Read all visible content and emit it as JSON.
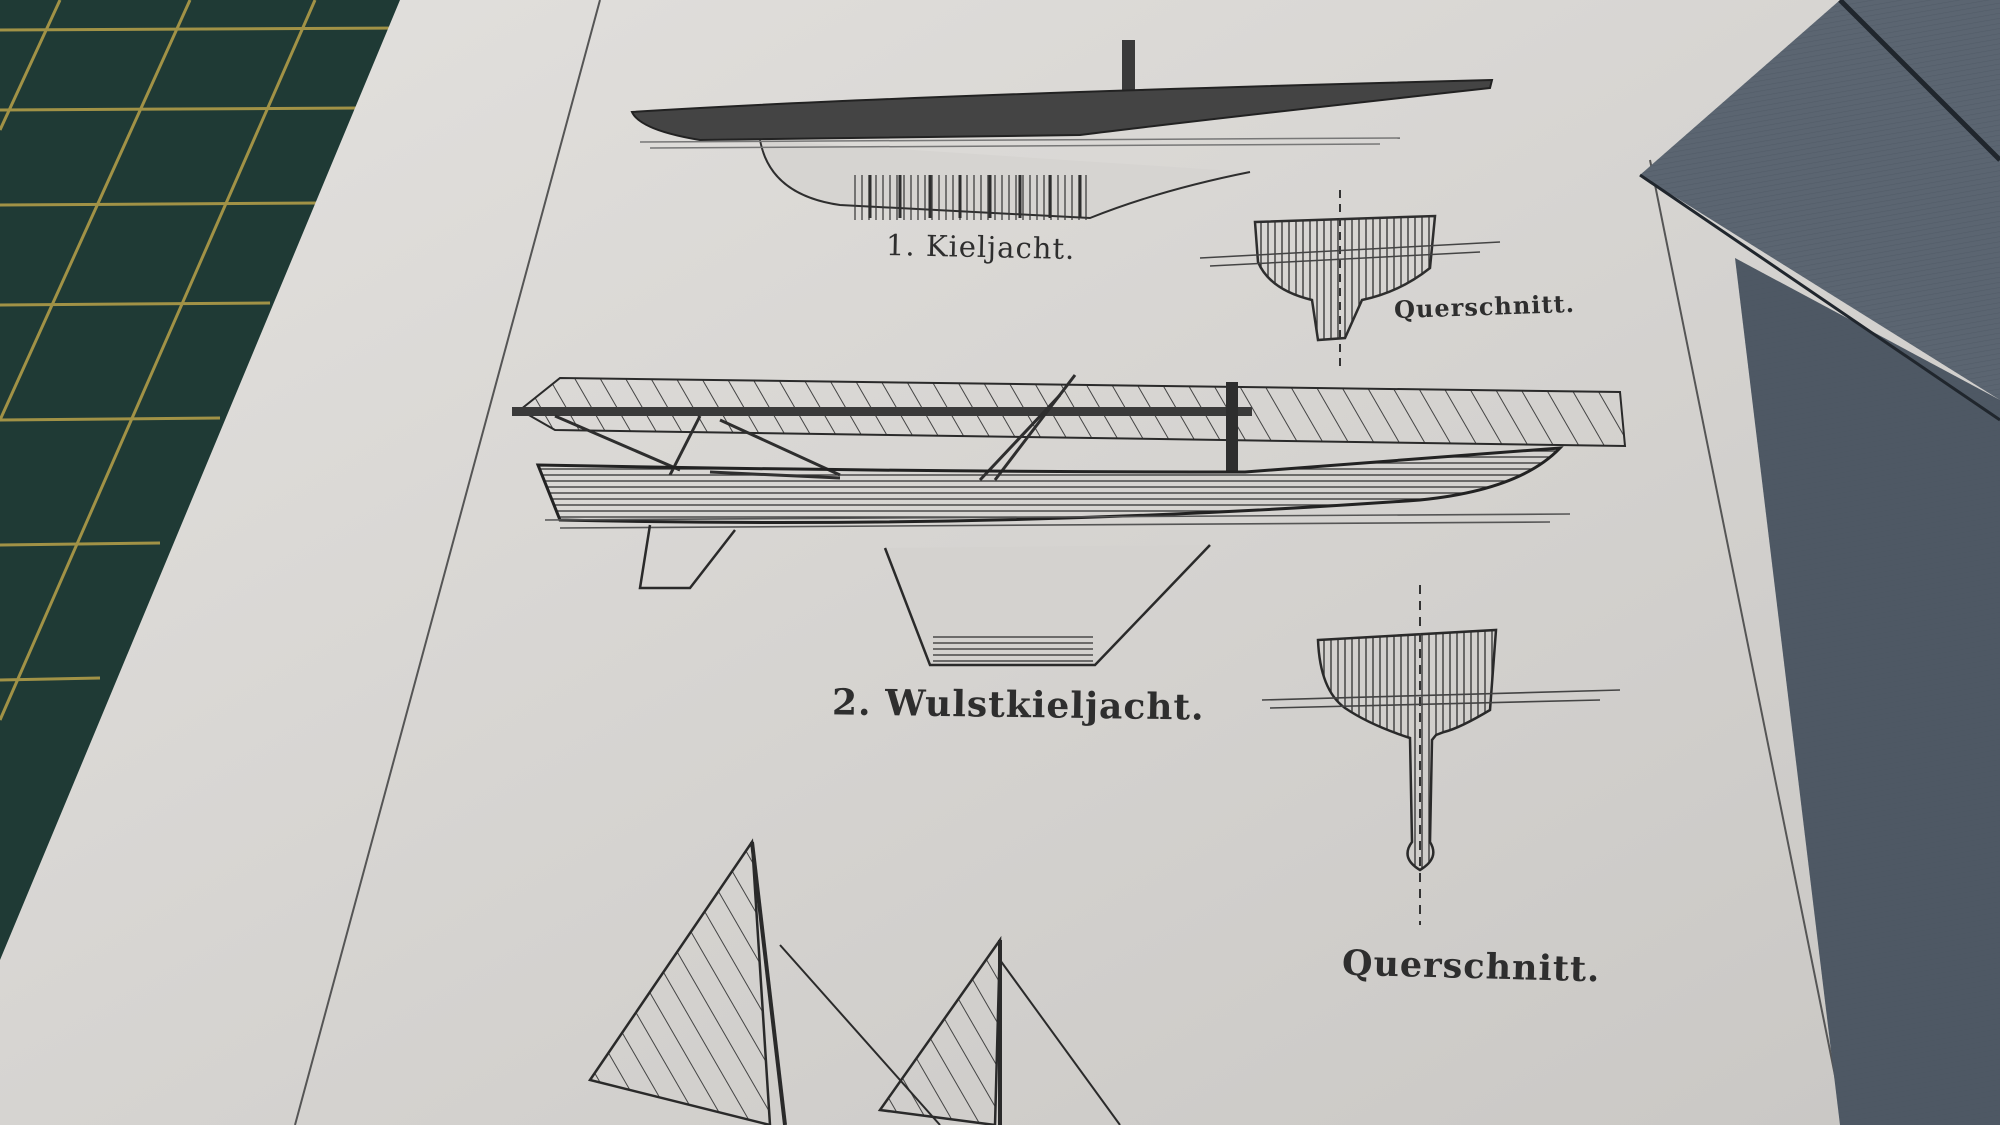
{
  "captions": {
    "kieljacht": "1. Kieljacht.",
    "querschnitt_1": "Querschnitt.",
    "wulstkieljacht": "2. Wulstkieljacht.",
    "querschnitt_2": "Querschnitt."
  },
  "colors": {
    "cutting_mat": "#1f3a35",
    "mat_grid_gold": "#b8a24a",
    "paper": "#dcdad7",
    "ink": "#2b2b2b"
  }
}
